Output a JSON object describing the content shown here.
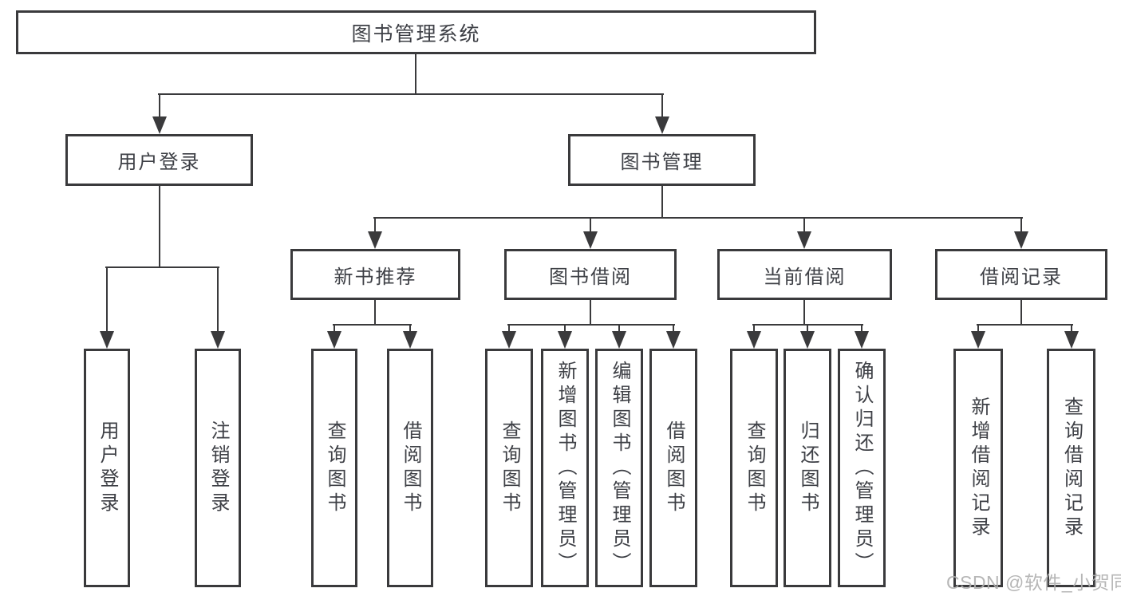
{
  "diagram_type": "hierarchy-tree",
  "root": {
    "label": "图书管理系统"
  },
  "branches": [
    {
      "label": "用户登录",
      "children": [
        {
          "label": "用户登录"
        },
        {
          "label": "注销登录"
        }
      ]
    },
    {
      "label": "图书管理",
      "children": [
        {
          "label": "新书推荐",
          "children": [
            {
              "label": "查询图书"
            },
            {
              "label": "借阅图书"
            }
          ]
        },
        {
          "label": "图书借阅",
          "children": [
            {
              "label": "查询图书"
            },
            {
              "label": "新增图书（管理员）"
            },
            {
              "label": "编辑图书（管理员）"
            },
            {
              "label": "借阅图书"
            }
          ]
        },
        {
          "label": "当前借阅",
          "children": [
            {
              "label": "查询图书"
            },
            {
              "label": "归还图书"
            },
            {
              "label": "确认归还（管理员）"
            }
          ]
        },
        {
          "label": "借阅记录",
          "children": [
            {
              "label": "新增借阅记录"
            },
            {
              "label": "查询借阅记录"
            }
          ]
        }
      ]
    }
  ],
  "watermark": "CSDN @软件_小贺同学",
  "colors": {
    "line": "#3a3a3c",
    "text": "#3e4046",
    "background": "#ffffff",
    "watermark": "#b0b0b0"
  }
}
